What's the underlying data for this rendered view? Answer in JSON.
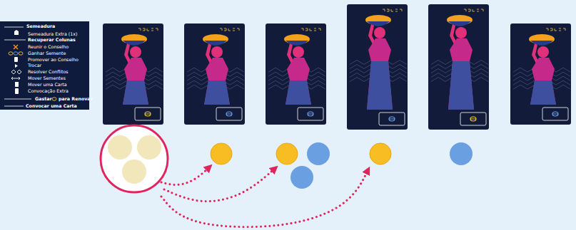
{
  "diagram": {
    "labels": [
      "Semeadura",
      "Recuperar Colunas",
      "Gastar",
      "para Renovar",
      "Convocar uma Carta"
    ],
    "legend": [
      {
        "text": "Semeadura Extra (1x)"
      },
      {
        "text": "Reunir o Conselho"
      },
      {
        "text": "Ganhar Semente"
      },
      {
        "text": "Promover ao Conselho"
      },
      {
        "text": "Trocar"
      },
      {
        "text": "Resolver Conflitos"
      },
      {
        "text": "Mover Sementes"
      },
      {
        "text": "Mover uma Carta"
      },
      {
        "text": "Convocação Extra"
      }
    ]
  }
}
